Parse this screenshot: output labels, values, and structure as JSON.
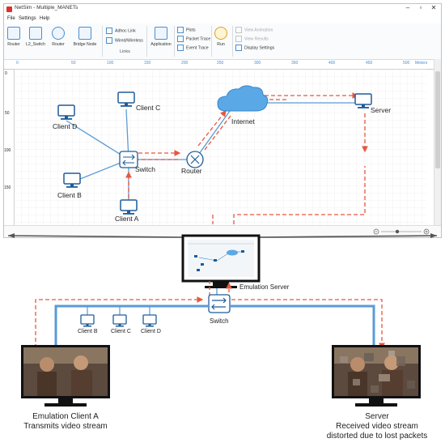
{
  "app": {
    "title": "NetSim - Multiple_MANETs",
    "window_controls": [
      "–",
      "▫",
      "✕"
    ],
    "menu": [
      "File",
      "Settings",
      "Help"
    ]
  },
  "ribbon": {
    "device_buttons": [
      "Router",
      "L2_Switch",
      "Router",
      "Bridge Node"
    ],
    "links_items": [
      "Adhoc Link",
      "Wired/Wireless"
    ],
    "links_group": "Links",
    "application": "Application",
    "trace_items": [
      "Plots",
      "Packet Trace",
      "Event Trace"
    ],
    "run": "Run",
    "view_items": [
      "View Animation",
      "View Results",
      "Display Settings"
    ]
  },
  "ruler": {
    "top_ticks": [
      "0",
      "50",
      "100",
      "150",
      "200",
      "250",
      "300",
      "350",
      "400",
      "450",
      "500"
    ],
    "unit": "Meters",
    "left_ticks": [
      "0",
      "50",
      "100",
      "150"
    ]
  },
  "network": {
    "client_c": "Client C",
    "client_d": "Client D",
    "client_b": "Client B",
    "client_a": "Client A",
    "switch": "Switch",
    "router": "Router",
    "internet": "Internet",
    "server": "Server"
  },
  "bottom": {
    "emulation_server": "Emulation Server",
    "switch": "Switch",
    "clients": [
      "Client B",
      "Client C",
      "Client D"
    ],
    "left_caption_1": "Emulation Client  A",
    "left_caption_2": "Transmits video stream",
    "right_caption_1": "Server",
    "right_caption_2": "Received video stream",
    "right_caption_3": "distorted due to lost packets"
  },
  "colors": {
    "link": "#5b9bd5",
    "flow": "#e8573f",
    "accent": "#4a8fd0"
  }
}
